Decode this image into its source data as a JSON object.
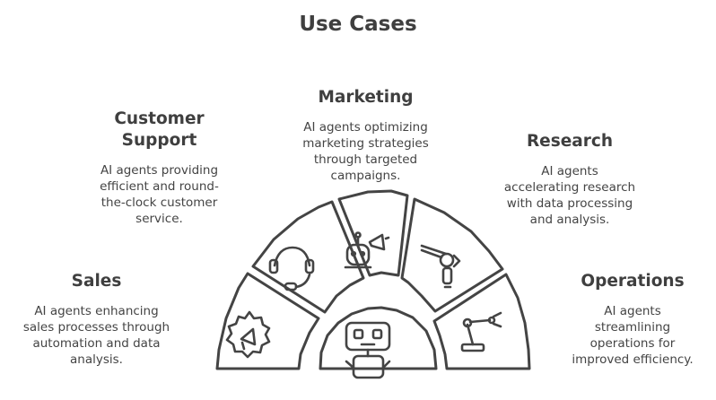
{
  "title": "Use Cases",
  "items": [
    {
      "heading": "Sales",
      "description": "AI agents enhancing\nsales processes through\nautomation and data\nanalysis.",
      "icon": "megaphone-gear-icon"
    },
    {
      "heading": "Customer\nSupport",
      "description": "AI agents providing\nefficient and round-\nthe-clock customer\nservice.",
      "icon": "headset-icon"
    },
    {
      "heading": "Marketing",
      "description": "AI agents optimizing\nmarketing strategies\nthrough targeted\ncampaigns.",
      "icon": "robot-megaphone-icon"
    },
    {
      "heading": "Research",
      "description": "AI agents\naccelerating research\nwith data processing\nand analysis.",
      "icon": "robotic-arm-icon"
    },
    {
      "heading": "Operations",
      "description": "AI agents\nstreamlining\noperations for\nimproved efficiency.",
      "icon": "industrial-robot-arm-icon"
    }
  ],
  "center_icon": "robot-icon",
  "colors": {
    "stroke": "#444444",
    "text": "#3f3f3f",
    "background": "#ffffff"
  }
}
